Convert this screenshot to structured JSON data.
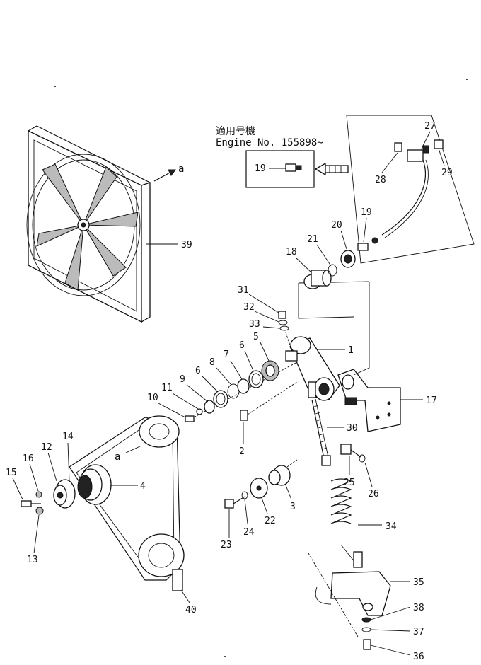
{
  "header": {
    "applicable_label": "適用号機",
    "engine_label": "Engine  No. 155898~",
    "inset_callout": "19"
  },
  "view_labels": {
    "a_fan": "a",
    "a_belt": "a"
  },
  "callouts": {
    "p1": "1",
    "p2": "2",
    "p3": "3",
    "p4": "4",
    "p5": "5",
    "p6a": "6",
    "p6b": "6",
    "p7": "7",
    "p8": "8",
    "p9": "9",
    "p10": "10",
    "p11": "11",
    "p12": "12",
    "p13": "13",
    "p14": "14",
    "p15": "15",
    "p16": "16",
    "p17": "17",
    "p18": "18",
    "p19": "19",
    "p20": "20",
    "p21": "21",
    "p22": "22",
    "p23": "23",
    "p24": "24",
    "p25": "25",
    "p26": "26",
    "p27": "27",
    "p28": "28",
    "p29": "29",
    "p30": "30",
    "p31": "31",
    "p32": "32",
    "p33": "33",
    "p34": "34",
    "p35": "35",
    "p36": "36",
    "p37": "37",
    "p38": "38",
    "p39": "39",
    "p40": "40"
  }
}
